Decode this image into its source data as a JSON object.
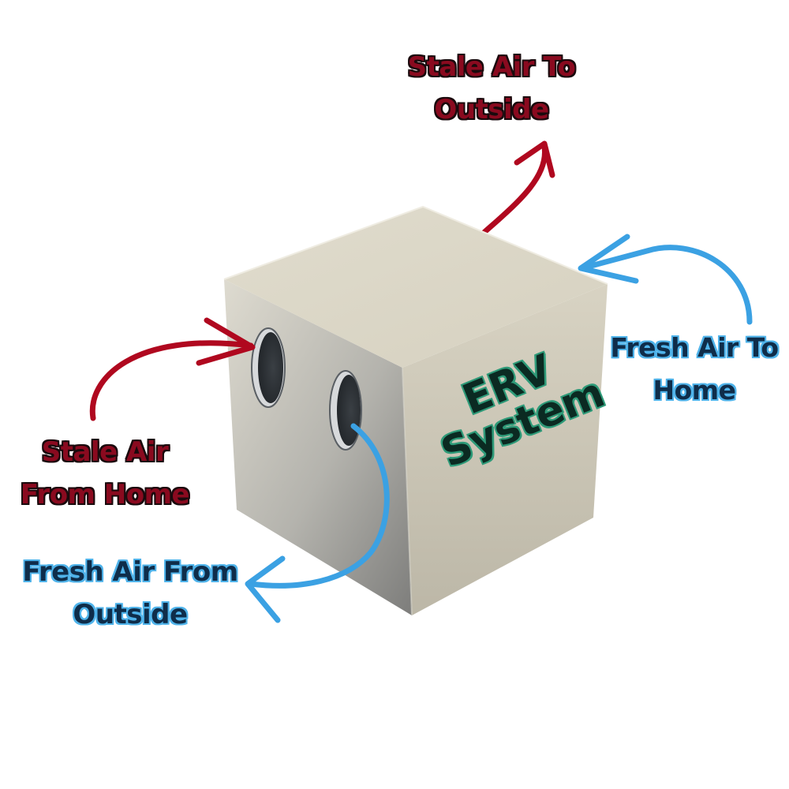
{
  "diagram": {
    "unit_label": {
      "line1": "ERV",
      "line2": "System"
    },
    "labels": {
      "stale_air_to_outside": {
        "line1": "Stale Air To",
        "line2": "Outside"
      },
      "fresh_air_to_home": {
        "line1": "Fresh Air To",
        "line2": "Home"
      },
      "stale_air_from_home": {
        "line1": "Stale Air",
        "line2": "From Home"
      },
      "fresh_air_from_outside": {
        "line1": "Fresh Air From",
        "line2": "Outside"
      }
    },
    "colors": {
      "stale_air": "#b0081f",
      "fresh_air": "#3ba1e3",
      "box_top": "#ddd9c9",
      "box_right": "#c9c4b4",
      "box_left": "#9a9a96",
      "port": "#2b2f33"
    },
    "icons": [
      "stale-air-arrow",
      "fresh-air-arrow",
      "air-port"
    ]
  }
}
